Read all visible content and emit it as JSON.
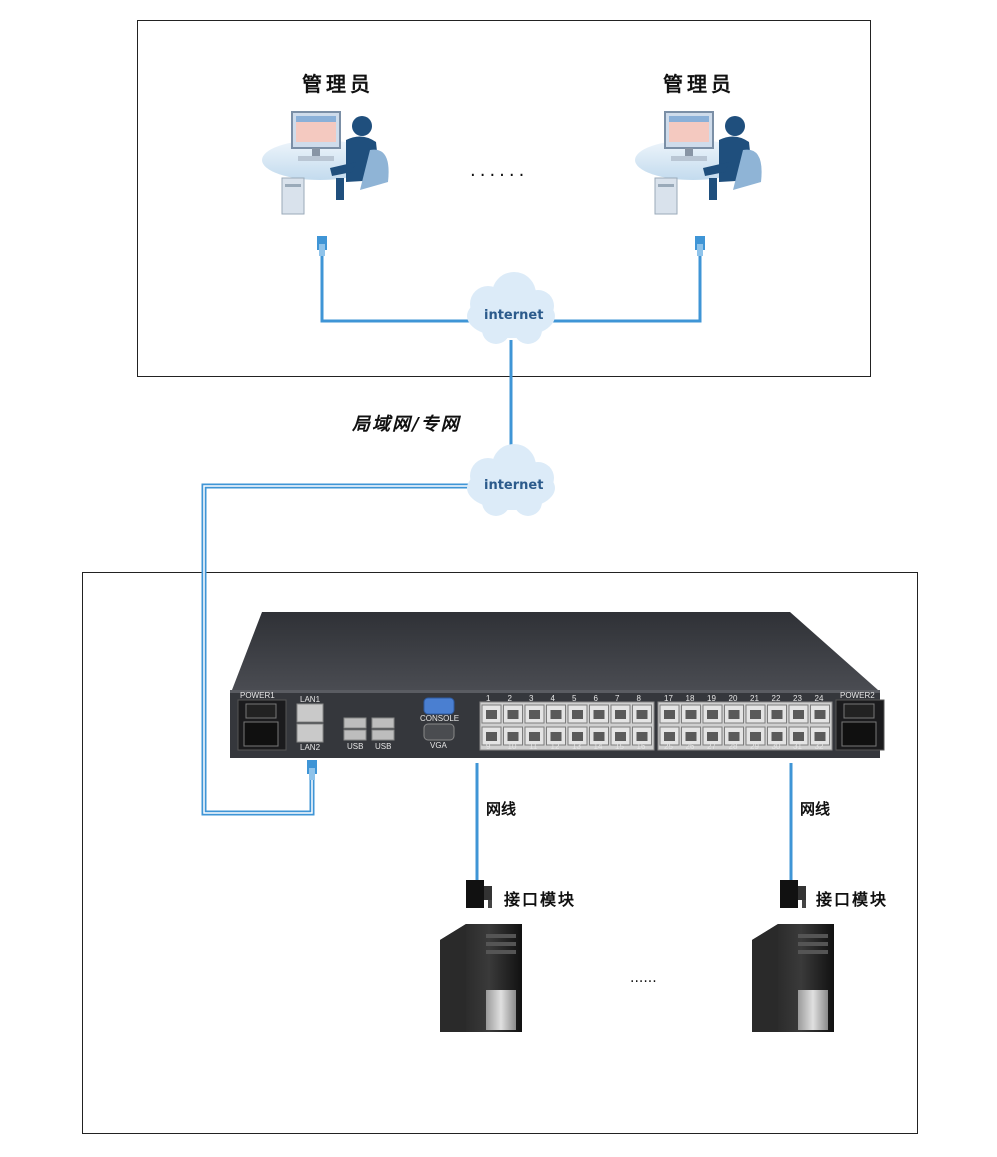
{
  "diagram": {
    "top_box": {
      "admin_left_label": "管理员",
      "admin_right_label": "管理员",
      "ellipsis": "......",
      "cloud_label": "internet"
    },
    "lan_label": "局域网/专网",
    "middle_cloud_label": "internet",
    "device": {
      "power1": "POWER1",
      "power2": "POWER2",
      "lan1": "LAN1",
      "lan2": "LAN2",
      "usb1": "USB",
      "usb2": "USB",
      "console": "CONSOLE",
      "vga": "VGA",
      "ports_top_a": [
        "1",
        "2",
        "3",
        "4",
        "5",
        "6",
        "7",
        "8"
      ],
      "ports_bottom_a": [
        "9",
        "10",
        "11",
        "12",
        "13",
        "14",
        "15",
        "16"
      ],
      "ports_top_b": [
        "17",
        "18",
        "19",
        "20",
        "21",
        "22",
        "23",
        "24"
      ],
      "ports_bottom_b": [
        "25",
        "26",
        "27",
        "28",
        "29",
        "30",
        "31",
        "32"
      ]
    },
    "cable_left_label": "网线",
    "cable_right_label": "网线",
    "module_left_label": "接口模块",
    "module_right_label": "接口模块",
    "servers_ellipsis": "......"
  },
  "colors": {
    "cable": "#3f95d6",
    "cloud": "#dcebf8",
    "chassis": "#3b3d42",
    "admin_figure": "#1f4f7d"
  }
}
